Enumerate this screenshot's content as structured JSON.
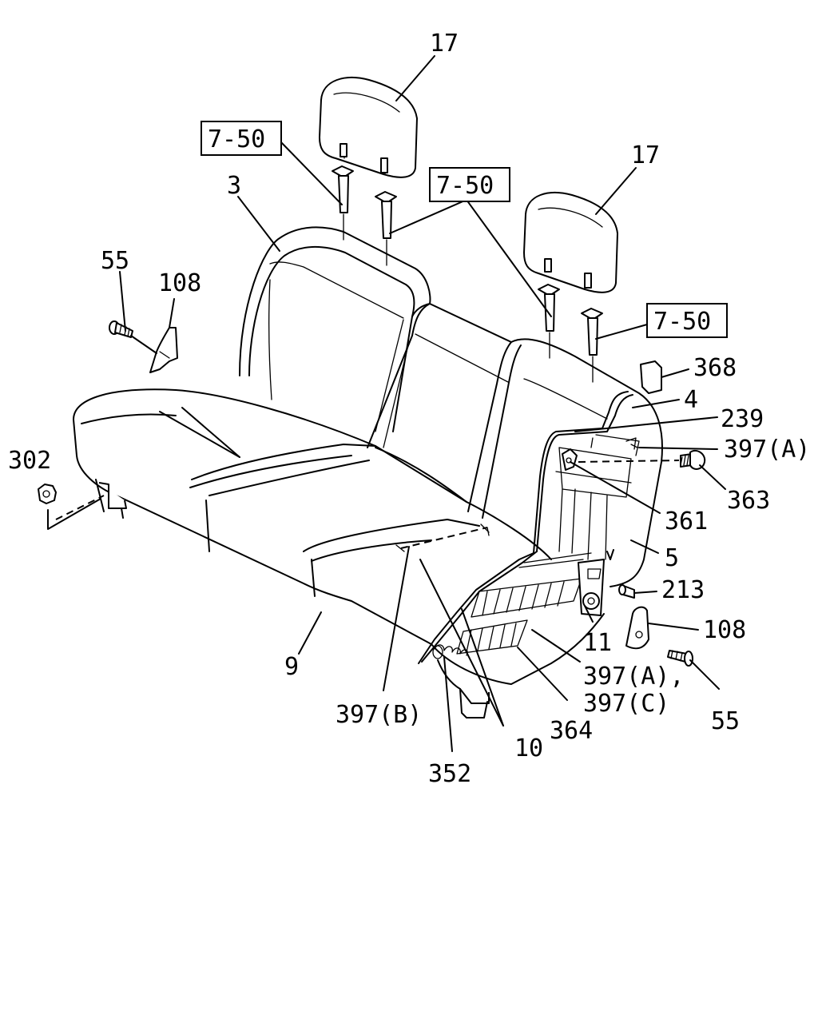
{
  "diagram": {
    "labels": {
      "headrest_left": "17",
      "headrest_right": "17",
      "ref_7_50_a": "7-50",
      "ref_7_50_b": "7-50",
      "ref_7_50_c": "7-50",
      "seatback": "3",
      "screw_left": "55",
      "cover_left": "108",
      "nut": "302",
      "cap": "368",
      "frame_4": "4",
      "part_239": "239",
      "clip_397a_top": "397(A)",
      "bolt_363": "363",
      "part_361": "361",
      "frame_5": "5",
      "part_213": "213",
      "cover_right": "108",
      "part_11": "11",
      "clip_397a_bottom": "397(A),",
      "clip_397c": "397(C)",
      "screw_right": "55",
      "cushion_9": "9",
      "clip_397b": "397(B)",
      "part_364": "364",
      "part_10": "10",
      "spring_352": "352"
    }
  }
}
